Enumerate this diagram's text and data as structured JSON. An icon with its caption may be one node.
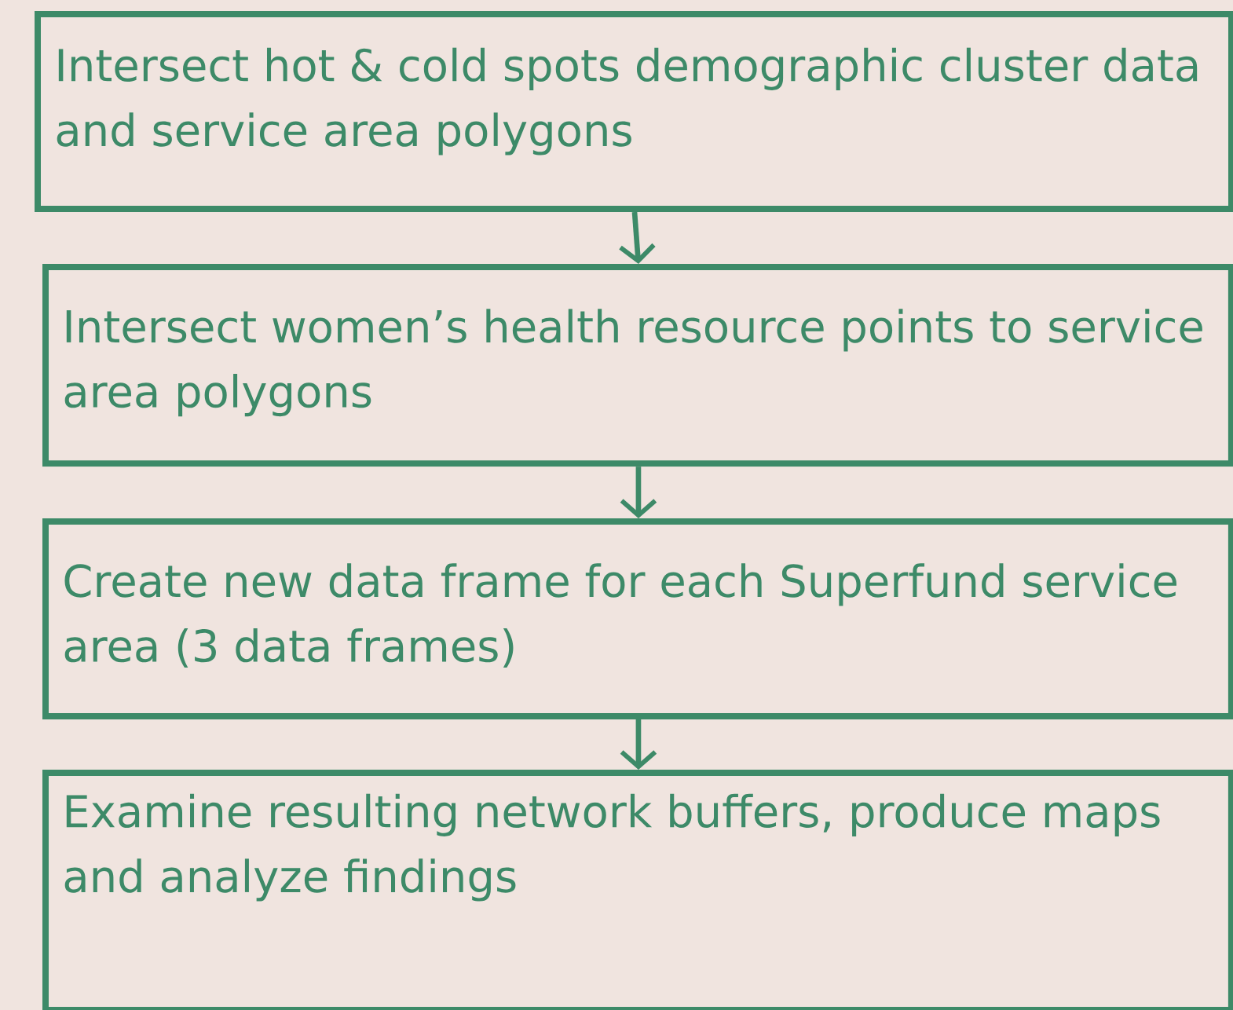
{
  "diagram": {
    "nodes": [
      {
        "text": [
          "Intersect hot & cold spots demographic cluster data and service area polygons"
        ]
      },
      {
        "text": [
          "Intersect women’s health resource points to service area polygons"
        ]
      },
      {
        "text": [
          "Create new data frame for each Superfund service area (3 data frames)"
        ]
      },
      {
        "text": [
          "Examine resulting network buffers, produce maps and analyze findings"
        ]
      }
    ],
    "edges": [
      {
        "from": 0,
        "to": 1,
        "arrow": "to"
      },
      {
        "from": 1,
        "to": 2,
        "arrow": "to"
      },
      {
        "from": 2,
        "to": 3,
        "arrow": "to"
      }
    ]
  }
}
